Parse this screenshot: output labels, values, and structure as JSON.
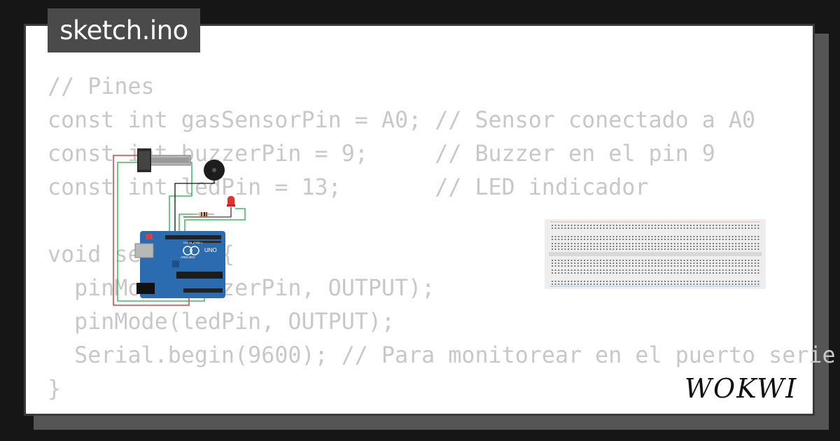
{
  "title": "sketch.ino",
  "code_lines": [
    "// Pines",
    "const int gasSensorPin = A0; // Sensor conectado a A0",
    "const int buzzerPin = 9;     // Buzzer en el pin 9",
    "const int ledPin = 13;       // LED indicador",
    "",
    "void setup() {",
    "  pinMode(buzzerPin, OUTPUT);",
    "  pinMode(ledPin, OUTPUT);",
    "  Serial.begin(9600); // Para monitorear en el puerto serie",
    "}"
  ],
  "brand": "WOKWI",
  "board": {
    "label": "UNO",
    "brand": "ARDUINO",
    "digital_label": "DIGITAL (PWM~)"
  },
  "colors": {
    "code": "#c8c8c8",
    "tab_bg": "#4a4a4a",
    "board": "#2b6bb0",
    "wire_red": "#cc2222",
    "wire_green": "#22aa44",
    "wire_black": "#111111"
  }
}
